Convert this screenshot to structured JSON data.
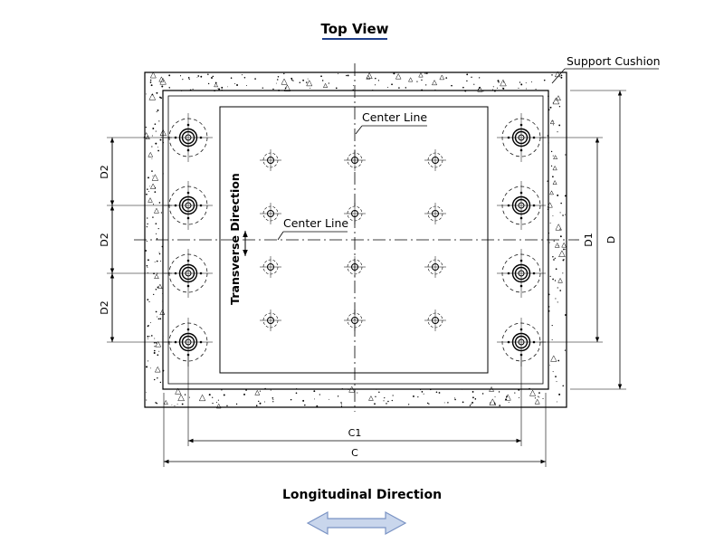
{
  "diagram": {
    "title": "Top View",
    "labels": {
      "support_cushion": "Support Cushion",
      "center_line_vertical": "Center Line",
      "center_line_horizontal": "Center Line",
      "transverse_direction": "Transverse Direction",
      "longitudinal_direction": "Longitudinal Direction"
    },
    "dimensions": {
      "d2_top": "D2",
      "d2_middle": "D2",
      "d2_bottom": "D2",
      "d1": "D1",
      "d": "D",
      "c1": "C1",
      "c": "C"
    },
    "colors": {
      "line": "#000000",
      "arrow_fill": "#c9d6ec",
      "arrow_stroke": "#7a93c4",
      "title_underline": "#1f3f8a"
    }
  }
}
